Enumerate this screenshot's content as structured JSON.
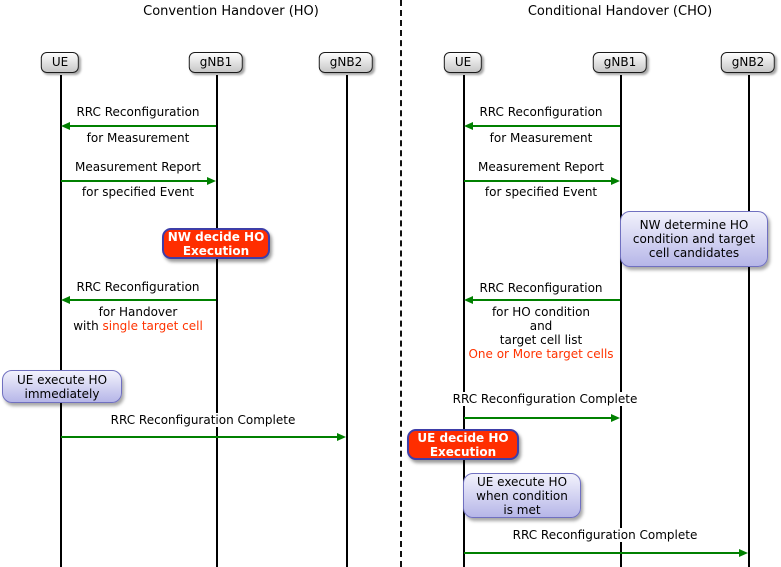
{
  "left": {
    "title": "Convention Handover (HO)",
    "actors": {
      "ue": "UE",
      "gnb1": "gNB1",
      "gnb2": "gNB2"
    },
    "messages": {
      "rrc_meas": {
        "label": "RRC Reconfiguration",
        "sub": "for Measurement"
      },
      "meas_report": {
        "label": "Measurement Report",
        "sub": "for specified Event"
      },
      "rrc_ho": {
        "label": "RRC Reconfiguration",
        "sub1": "for Handover",
        "sub2_prefix": "with ",
        "sub2_highlight": "single target cell"
      },
      "rrc_complete": {
        "label": "RRC Reconfiguration Complete"
      }
    },
    "notes": {
      "nw_decide": {
        "line1": "NW decide HO",
        "line2": "Execution"
      },
      "ue_execute": {
        "line1": "UE execute HO",
        "line2": "immediately"
      }
    }
  },
  "right": {
    "title": "Conditional Handover (CHO)",
    "actors": {
      "ue": "UE",
      "gnb1": "gNB1",
      "gnb2": "gNB2"
    },
    "messages": {
      "rrc_meas": {
        "label": "RRC Reconfiguration",
        "sub": "for Measurement"
      },
      "meas_report": {
        "label": "Measurement Report",
        "sub": "for specified Event"
      },
      "rrc_cho": {
        "label": "RRC Reconfiguration",
        "sub1": "for HO condition",
        "sub2": "and",
        "sub3": "target cell list",
        "sub4_highlight": "One or More target cells"
      },
      "rrc_complete_1": {
        "label": "RRC Reconfiguration Complete"
      },
      "rrc_complete_2": {
        "label": "RRC Reconfiguration Complete"
      }
    },
    "notes": {
      "nw_determine": {
        "line1": "NW determine HO",
        "line2": "condition and target",
        "line3": "cell candidates"
      },
      "ue_decide": {
        "line1": "UE decide HO",
        "line2": "Execution"
      },
      "ue_execute": {
        "line1": "UE execute HO",
        "line2": "when condition",
        "line3": "is met"
      }
    }
  },
  "colors": {
    "arrow_green": "#008000",
    "alert_fill": "#ff2e00",
    "alert_border": "#3e3ea8",
    "note_fill": "#c9c9ef",
    "note_border": "#7070c0",
    "highlight_text": "#ff3300"
  }
}
